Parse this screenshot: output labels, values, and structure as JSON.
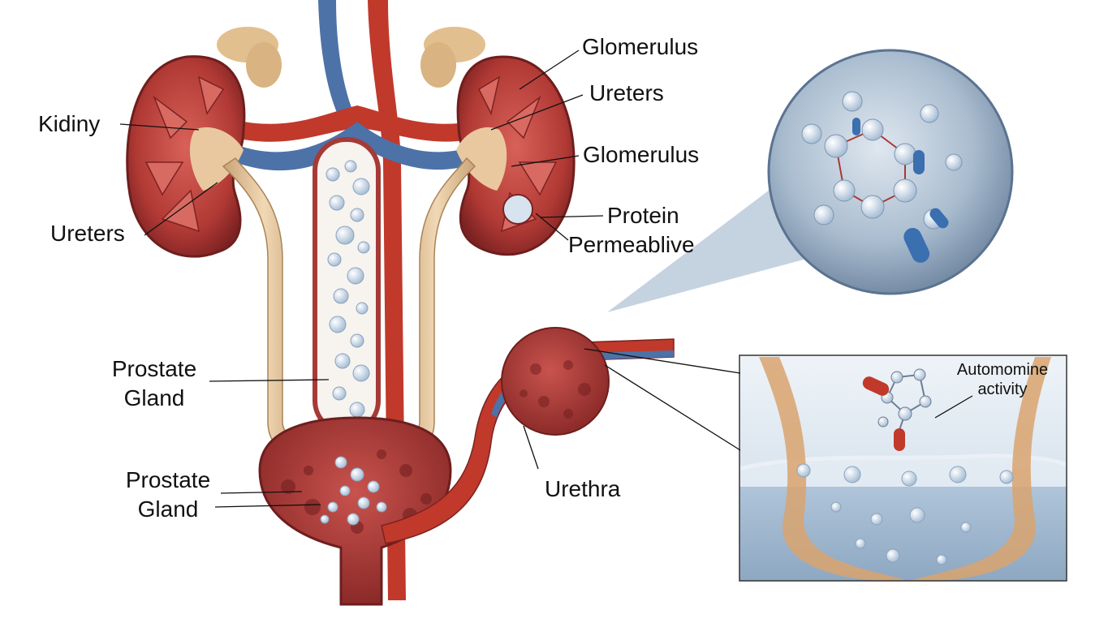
{
  "labels": {
    "kidney": "Kidiny",
    "ureters_left": "Ureters",
    "glomerulus_top": "Glomerulus",
    "ureters_right": "Ureters",
    "glomerulus_mid": "Glomerulus",
    "protein_line1": "Protein",
    "protein_line2": "Permeablive",
    "prostate_upper_line1": "Prostate",
    "prostate_upper_line2": "Gland",
    "prostate_lower_line1": "Prostate",
    "prostate_lower_line2": "Gland",
    "urethra": "Urethra",
    "inset_line1": "Automomine",
    "inset_line2": "activity"
  },
  "colors": {
    "kidney_outer": "#8e2a2a",
    "kidney_inner": "#c9514b",
    "pelvis": "#e9c8a0",
    "vein": "#4d72a8",
    "artery": "#c0392b",
    "magnifier_bg": "#a9bccf",
    "bladder": "#a63a36"
  }
}
